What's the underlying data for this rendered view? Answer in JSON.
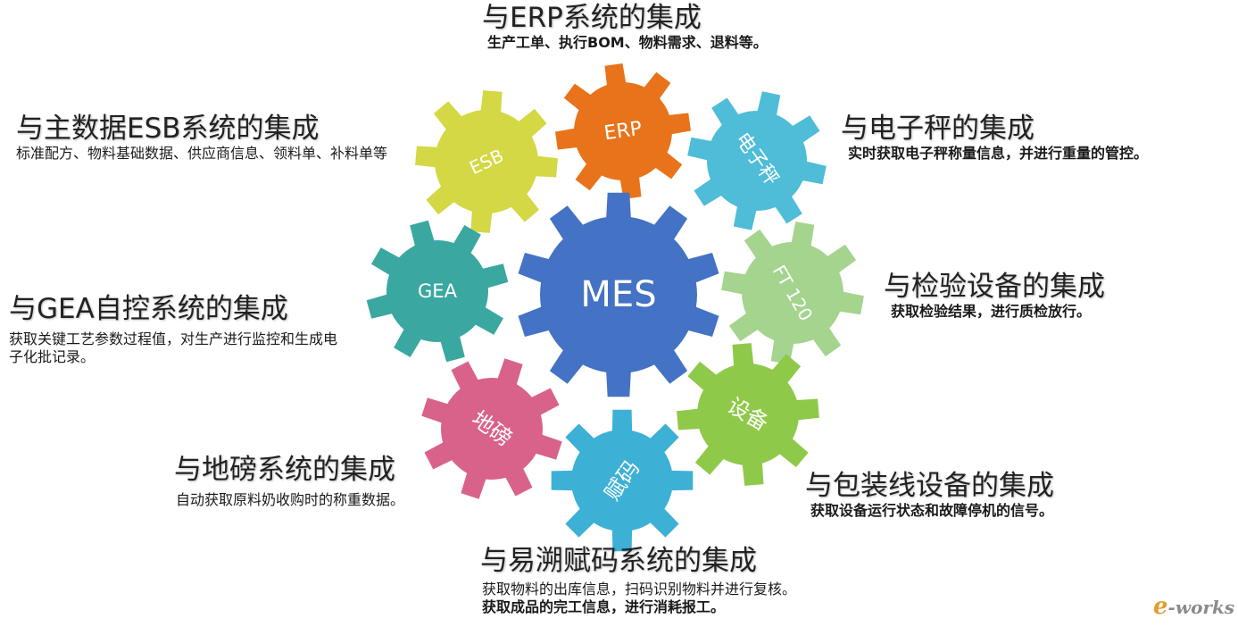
{
  "center": {
    "label": "MES",
    "color": "#4472c4"
  },
  "gears": [
    {
      "id": "erp",
      "label": "ERP",
      "color": "#e8731a"
    },
    {
      "id": "esb",
      "label": "ESB",
      "color": "#d3d844"
    },
    {
      "id": "scale",
      "label": "电子秤",
      "color": "#4fbcd8"
    },
    {
      "id": "gea",
      "label": "GEA",
      "color": "#3aa8a0"
    },
    {
      "id": "ft120",
      "label": "FT 120",
      "color": "#a4d48e"
    },
    {
      "id": "weighbridge",
      "label": "地磅",
      "color": "#d9628a"
    },
    {
      "id": "coding",
      "label": "赋码",
      "color": "#3db0d6"
    },
    {
      "id": "equipment",
      "label": "设备",
      "color": "#8fc94a"
    }
  ],
  "blocks": {
    "erp": {
      "title": "与ERP系统的集成",
      "desc": "生产工单、执行BOM、物料需求、退料等。"
    },
    "esb": {
      "title": "与主数据ESB系统的集成",
      "desc": "标准配方、物料基础数据、供应商信息、领料单、补料单等"
    },
    "scale": {
      "title": "与电子秤的集成",
      "desc": "实时获取电子秤称量信息，并进行重量的管控。"
    },
    "gea": {
      "title": "与GEA自控系统的集成",
      "desc": "获取关键工艺参数过程值，对生产进行监控和生成电子化批记录。"
    },
    "inspection": {
      "title": "与检验设备的集成",
      "desc": "获取检验结果，进行质检放行。"
    },
    "weighbridge": {
      "title": "与地磅系统的集成",
      "desc": "自动获取原料奶收购时的称重数据。"
    },
    "packaging": {
      "title": "与包装线设备的集成",
      "desc": "获取设备运行状态和故障停机的信号。"
    },
    "coding": {
      "title": "与易溯赋码系统的集成",
      "desc1": "获取物料的出库信息，扫码识别物料并进行复核。",
      "desc2": "获取成品的完工信息，进行消耗报工。"
    }
  },
  "logo": {
    "e": "e",
    "rest": "-works"
  }
}
